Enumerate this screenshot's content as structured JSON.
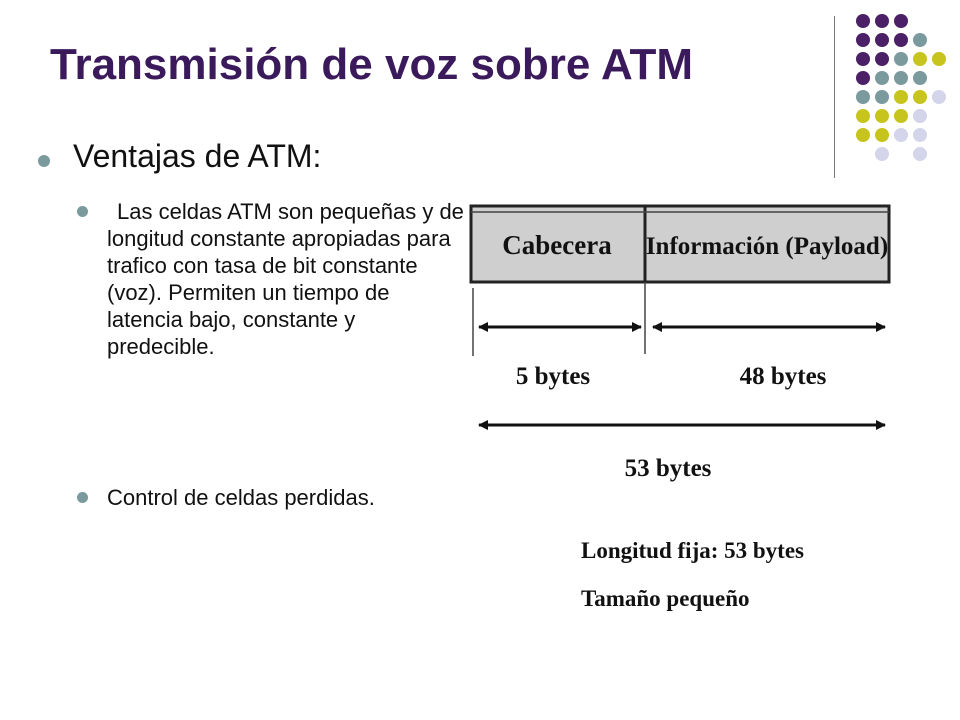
{
  "slide": {
    "title": "Transmisión de voz sobre ATM",
    "heading": "Ventajas de ATM:",
    "bullets": [
      "Las celdas ATM son pequeñas y de longitud constante apropiadas para trafico con tasa de bit constante (voz). Permiten un tiempo de latencia bajo, constante y predecible.",
      "Control de celdas perdidas."
    ]
  },
  "figure": {
    "header_label": "Cabecera",
    "payload_label": "Información (Payload)",
    "header_size": "5 bytes",
    "payload_size": "48 bytes",
    "total_size": "53 bytes",
    "note_line1": "Longitud fija: 53 bytes",
    "note_line2": "Tamaño pequeño"
  },
  "colors": {
    "title": "#3b1a5c",
    "purple": "#4b2066",
    "teal": "#7b9a9d",
    "olive": "#c8c41e",
    "lavender": "#d4d4ea",
    "cell_fill": "#cfcfcf"
  }
}
